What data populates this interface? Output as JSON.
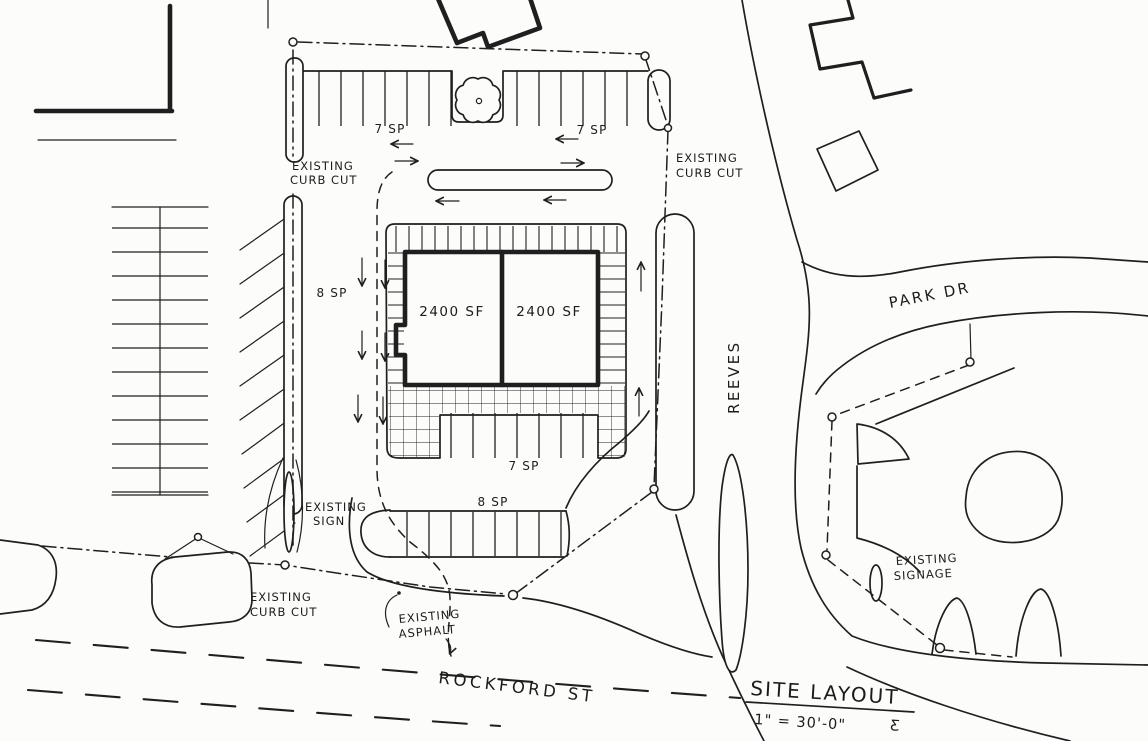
{
  "drawing": {
    "title": "SITE LAYOUT",
    "scale": "1\" = 30'-0\"",
    "north_symbol": "Ƹ"
  },
  "streets": {
    "rockford": "ROCKFORD ST",
    "reeves": "REEVES",
    "park_dr": "PARK DR"
  },
  "building": {
    "left_unit_area": "2400 SF",
    "right_unit_area": "2400 SF"
  },
  "parking_counts": {
    "north_row_west": "7 SP",
    "north_row_east": "7 SP",
    "south_of_building_row": "7 SP",
    "west_angled_row": "8 SP",
    "south_row": "8 SP"
  },
  "annotations": {
    "curb_cut_northwest": {
      "line1": "EXISTING",
      "line2": "CURB CUT"
    },
    "curb_cut_northeast": {
      "line1": "EXISTING",
      "line2": "CURB CUT"
    },
    "curb_cut_southwest": {
      "line1": "EXISTING",
      "line2": "CURB CUT"
    },
    "existing_sign": {
      "line1": "EXISTING",
      "line2": "SIGN"
    },
    "existing_signage": {
      "line1": "EXISTING",
      "line2": "SIGNAGE"
    },
    "existing_asphalt": {
      "line1": "EXISTING",
      "line2": "ASPHALT"
    }
  },
  "colors": {
    "ink": "#1f1f1f",
    "paper": "#fcfcfb"
  }
}
